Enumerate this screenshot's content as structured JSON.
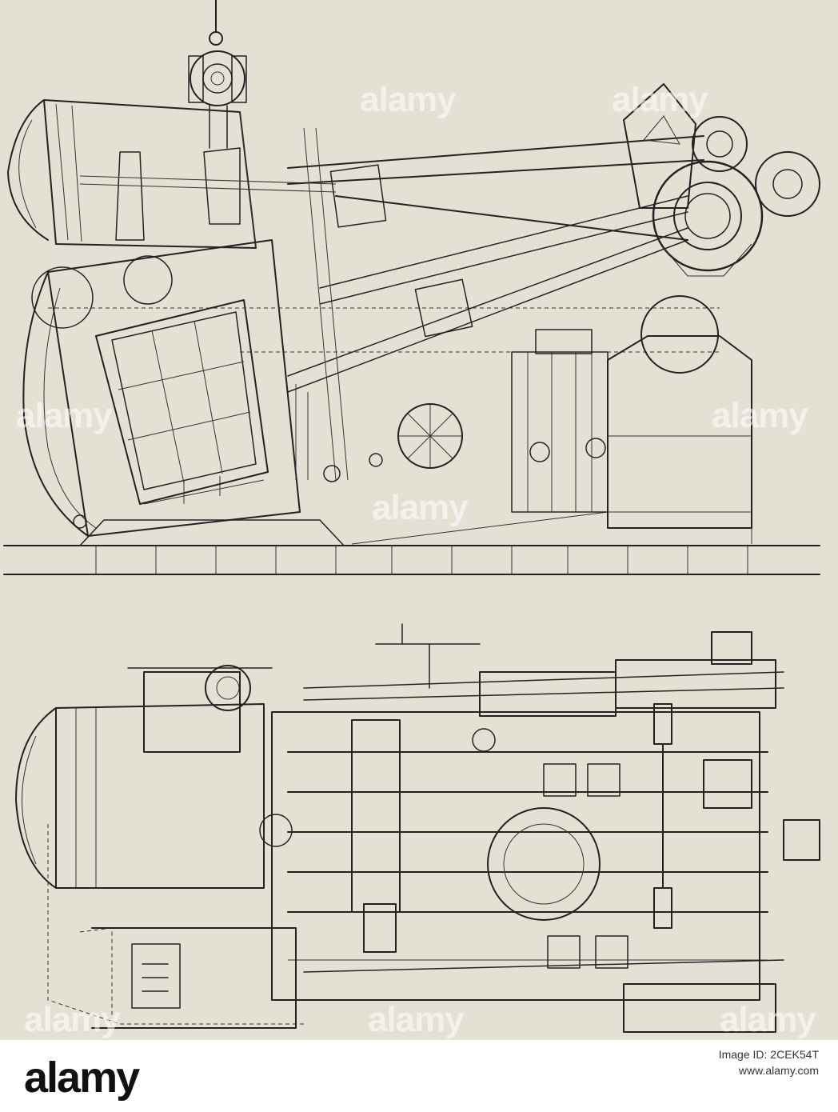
{
  "watermark": {
    "text": "alamy"
  },
  "footer": {
    "logo": "alamy",
    "image_id_label": "Image ID: 2CEK54T",
    "url": "www.alamy.com"
  }
}
